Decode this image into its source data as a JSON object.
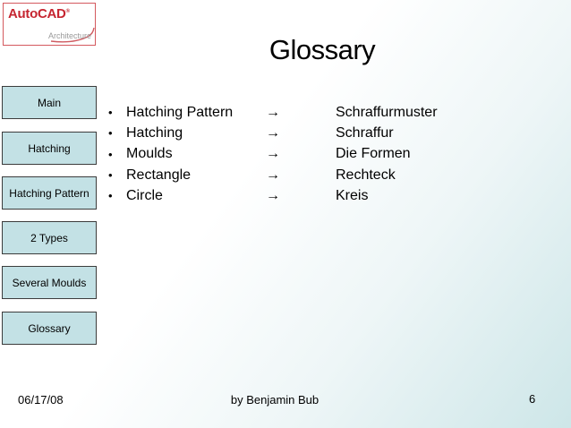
{
  "logo": {
    "brand": "AutoCAD",
    "registered": "®",
    "product": "Architecture"
  },
  "title": "Glossary",
  "sidebar": {
    "items": [
      {
        "label": "Main"
      },
      {
        "label": "Hatching"
      },
      {
        "label": "Hatching Pattern"
      },
      {
        "label": "2 Types"
      },
      {
        "label": "Several Moulds"
      },
      {
        "label": "Glossary"
      }
    ]
  },
  "glossary": {
    "bullet": "•",
    "arrow": "→",
    "entries": [
      {
        "term": "Hatching Pattern",
        "translation": "Schraffurmuster"
      },
      {
        "term": "Hatching",
        "translation": "Schraffur"
      },
      {
        "term": "Moulds",
        "translation": "Die Formen"
      },
      {
        "term": "Rectangle",
        "translation": "Rechteck"
      },
      {
        "term": "Circle",
        "translation": "Kreis"
      }
    ]
  },
  "footer": {
    "date": "06/17/08",
    "credit": "by Benjamin Bub",
    "page": "6"
  },
  "colors": {
    "background_tint": "#cde6e8",
    "button_fill": "#c3e1e5",
    "button_border": "#3c3c3c",
    "brand_red": "#c62631",
    "logo_border_red": "#d4595e",
    "product_gray": "#9a9a9a",
    "text": "#000000"
  }
}
